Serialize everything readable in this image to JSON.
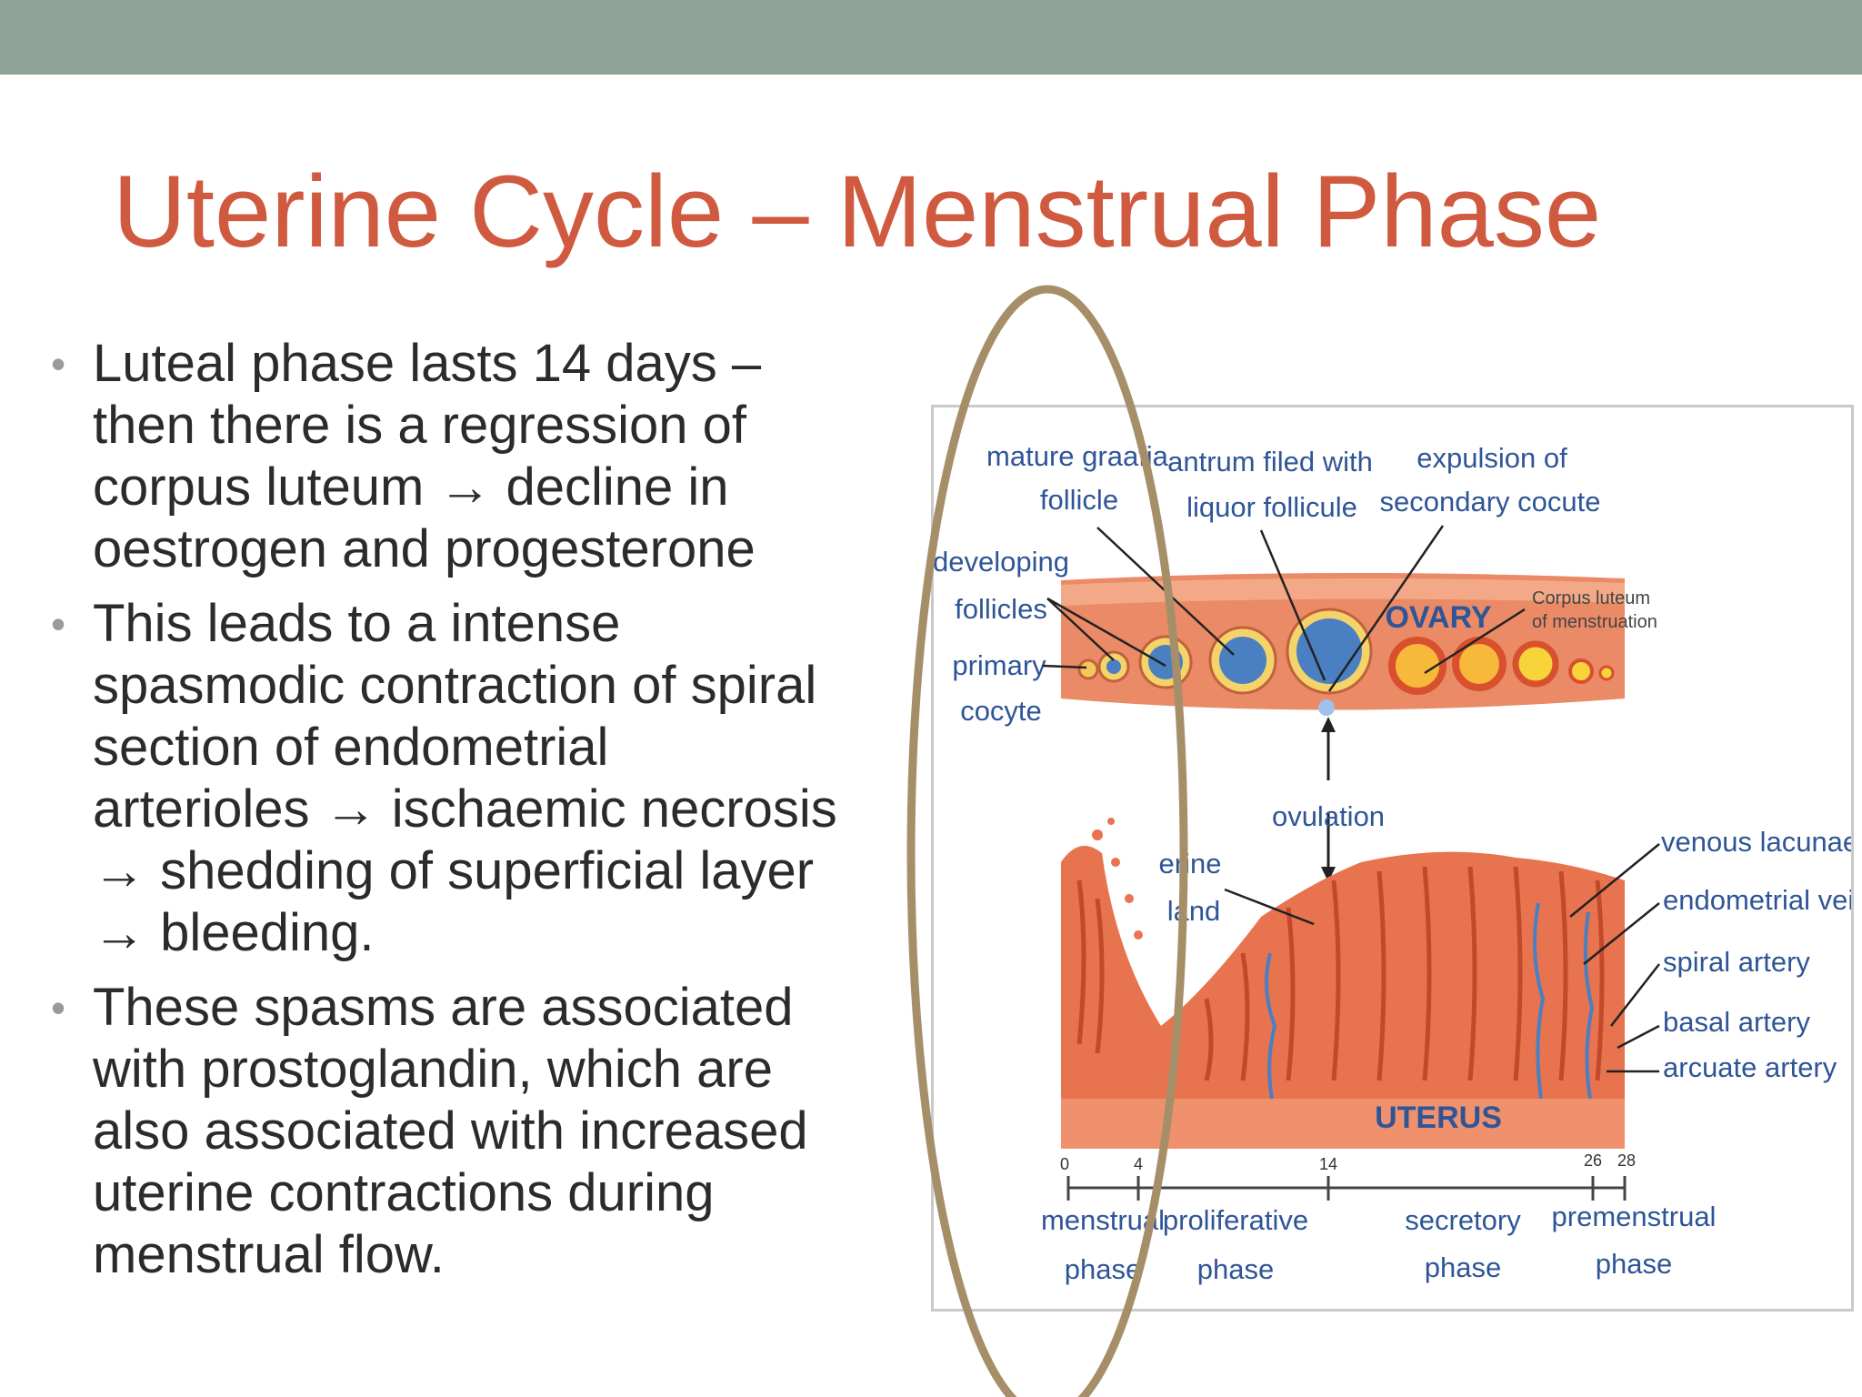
{
  "slide": {
    "title": "Uterine Cycle – Menstrual Phase",
    "bullets": [
      "Luteal phase lasts 14 days –\nthen there is a regression of\ncorpus luteum → decline in\noestrogen and progesterone",
      "This leads to a intense\nspasmodic contraction of spiral\nsection of endometrial\narterioles → ischaemic necrosis\n→ shedding of superficial layer\n→ bleeding.",
      "These spasms are associated\nwith prostoglandin, which are\nalso associated with increased\nuterine contractions during\nmenstrual flow."
    ]
  },
  "diagram": {
    "labels": {
      "mature_graafian_1": "mature graafia",
      "mature_graafian_2": "follicle",
      "antrum_1": "antrum filed with",
      "antrum_2": "liquor follicule",
      "expulsion_1": "expulsion of",
      "expulsion_2": "secondary cocute",
      "developing_1": "developing",
      "developing_2": "follicles",
      "primary_1": "primary",
      "primary_2": "cocyte",
      "ovary": "OVARY",
      "corpus_1": "Corpus luteum",
      "corpus_2": "of menstruation",
      "ovulation": "ovulation",
      "uterine_1": "erine",
      "uterine_2": "land",
      "venous_lacunae": "venous lacunae",
      "endometrial_vein": "endometrial vein",
      "spiral_artery": "spiral artery",
      "basal_artery": "basal artery",
      "arcuate_artery": "arcuate artery",
      "uterus": "UTERUS"
    },
    "timeline": {
      "ticks": [
        "0",
        "4",
        "14",
        "26",
        "28"
      ],
      "phases": [
        {
          "line1": "menstrual",
          "line2": "phase"
        },
        {
          "line1": "proliferative",
          "line2": "phase"
        },
        {
          "line1": "secretory",
          "line2": "phase"
        },
        {
          "line1": "premenstrual",
          "line2": "phase"
        }
      ]
    },
    "colors": {
      "tissue": "#e8734f",
      "tissue_light": "#f6b9a0",
      "label_blue": "#2f5597",
      "follicle_blue": "#4a7fc1",
      "ellipse": "#a68f68"
    }
  },
  "theme": {
    "title_color": "#cf5a3f",
    "band_color": "#8fa398"
  }
}
